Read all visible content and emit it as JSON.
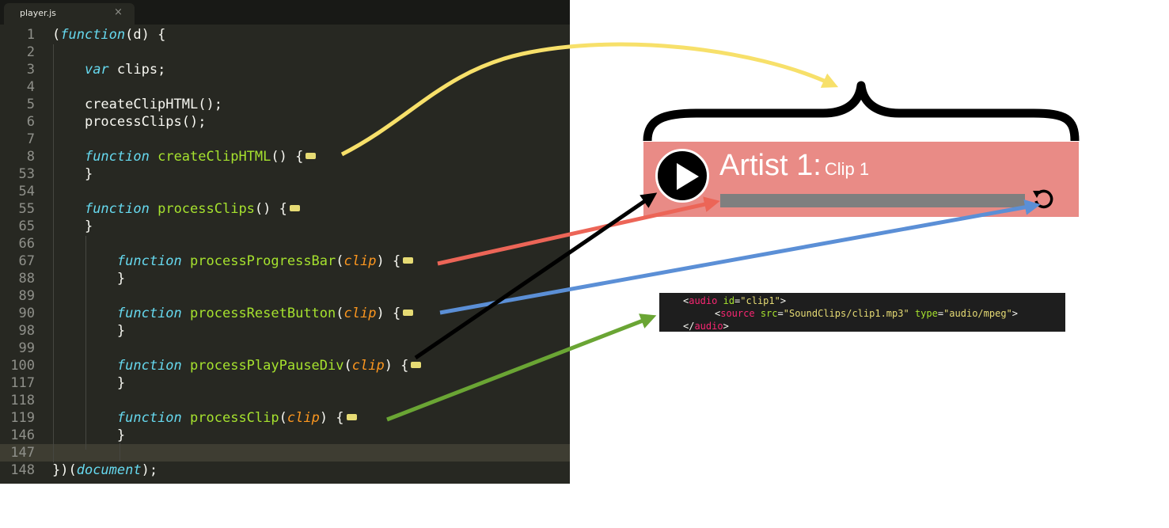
{
  "editor": {
    "tab": {
      "label": "player.js",
      "close_icon": "×"
    },
    "lines": [
      {
        "num": "1",
        "tokens": [
          {
            "t": "(",
            "c": ""
          },
          {
            "t": "function",
            "c": "k"
          },
          {
            "t": "(d) {",
            "c": ""
          }
        ]
      },
      {
        "num": "2",
        "tokens": []
      },
      {
        "num": "3",
        "tokens": [
          {
            "t": "    ",
            "c": ""
          },
          {
            "t": "var",
            "c": "k"
          },
          {
            "t": " clips;",
            "c": ""
          }
        ]
      },
      {
        "num": "4",
        "tokens": []
      },
      {
        "num": "5",
        "tokens": [
          {
            "t": "    createClipHTML();",
            "c": ""
          }
        ]
      },
      {
        "num": "6",
        "tokens": [
          {
            "t": "    processClips();",
            "c": ""
          }
        ]
      },
      {
        "num": "7",
        "tokens": []
      },
      {
        "num": "8",
        "fold": true,
        "tokens": [
          {
            "t": "    ",
            "c": ""
          },
          {
            "t": "function",
            "c": "k"
          },
          {
            "t": " ",
            "c": ""
          },
          {
            "t": "createClipHTML",
            "c": "fn"
          },
          {
            "t": "() {",
            "c": ""
          }
        ]
      },
      {
        "num": "53",
        "tokens": [
          {
            "t": "    }",
            "c": ""
          }
        ]
      },
      {
        "num": "54",
        "tokens": []
      },
      {
        "num": "55",
        "fold": true,
        "tokens": [
          {
            "t": "    ",
            "c": ""
          },
          {
            "t": "function",
            "c": "k"
          },
          {
            "t": " ",
            "c": ""
          },
          {
            "t": "processClips",
            "c": "fn"
          },
          {
            "t": "() {",
            "c": ""
          }
        ]
      },
      {
        "num": "65",
        "tokens": [
          {
            "t": "    }",
            "c": ""
          }
        ]
      },
      {
        "num": "66",
        "tokens": []
      },
      {
        "num": "67",
        "fold": true,
        "tokens": [
          {
            "t": "        ",
            "c": ""
          },
          {
            "t": "function",
            "c": "k"
          },
          {
            "t": " ",
            "c": ""
          },
          {
            "t": "processProgressBar",
            "c": "fn"
          },
          {
            "t": "(",
            "c": ""
          },
          {
            "t": "clip",
            "c": "p"
          },
          {
            "t": ") {",
            "c": ""
          }
        ]
      },
      {
        "num": "88",
        "tokens": [
          {
            "t": "        }",
            "c": ""
          }
        ]
      },
      {
        "num": "89",
        "tokens": []
      },
      {
        "num": "90",
        "fold": true,
        "tokens": [
          {
            "t": "        ",
            "c": ""
          },
          {
            "t": "function",
            "c": "k"
          },
          {
            "t": " ",
            "c": ""
          },
          {
            "t": "processResetButton",
            "c": "fn"
          },
          {
            "t": "(",
            "c": ""
          },
          {
            "t": "clip",
            "c": "p"
          },
          {
            "t": ") {",
            "c": ""
          }
        ]
      },
      {
        "num": "98",
        "tokens": [
          {
            "t": "        }",
            "c": ""
          }
        ]
      },
      {
        "num": "99",
        "tokens": []
      },
      {
        "num": "100",
        "fold": true,
        "tokens": [
          {
            "t": "        ",
            "c": ""
          },
          {
            "t": "function",
            "c": "k"
          },
          {
            "t": " ",
            "c": ""
          },
          {
            "t": "processPlayPauseDiv",
            "c": "fn"
          },
          {
            "t": "(",
            "c": ""
          },
          {
            "t": "clip",
            "c": "p"
          },
          {
            "t": ") {",
            "c": ""
          }
        ]
      },
      {
        "num": "117",
        "tokens": [
          {
            "t": "        }",
            "c": ""
          }
        ]
      },
      {
        "num": "118",
        "tokens": []
      },
      {
        "num": "119",
        "fold": true,
        "tokens": [
          {
            "t": "        ",
            "c": ""
          },
          {
            "t": "function",
            "c": "k"
          },
          {
            "t": " ",
            "c": ""
          },
          {
            "t": "processClip",
            "c": "fn"
          },
          {
            "t": "(",
            "c": ""
          },
          {
            "t": "clip",
            "c": "p"
          },
          {
            "t": ") {",
            "c": ""
          }
        ]
      },
      {
        "num": "146",
        "tokens": [
          {
            "t": "        }",
            "c": ""
          }
        ]
      },
      {
        "num": "147",
        "current": true,
        "tokens": []
      },
      {
        "num": "148",
        "tokens": [
          {
            "t": "})(",
            "c": ""
          },
          {
            "t": "document",
            "c": "k"
          },
          {
            "t": ");",
            "c": ""
          }
        ]
      }
    ],
    "colors": {
      "background": "#272822",
      "keyword": "#66d9ef",
      "function_name": "#a6e22e",
      "parameter": "#fd971f",
      "fold_marker": "#e6db74"
    }
  },
  "player": {
    "artist": "Artist 1:",
    "clip": "Clip 1",
    "play_icon": "play-icon",
    "reset_icon": "reset-icon",
    "background_color": "#e98b86",
    "progress_color": "#7f7f7f"
  },
  "html_snippet": {
    "lines": [
      {
        "tokens": [
          {
            "t": "<",
            "c": ""
          },
          {
            "t": "audio",
            "c": "tg"
          },
          {
            "t": " ",
            "c": ""
          },
          {
            "t": "id",
            "c": "at"
          },
          {
            "t": "=",
            "c": ""
          },
          {
            "t": "\"clip1\"",
            "c": "st"
          },
          {
            "t": ">",
            "c": ""
          }
        ]
      },
      {
        "tokens": [
          {
            "t": "    <",
            "c": ""
          },
          {
            "t": "source",
            "c": "tg"
          },
          {
            "t": " ",
            "c": ""
          },
          {
            "t": "src",
            "c": "at"
          },
          {
            "t": "=",
            "c": ""
          },
          {
            "t": "\"SoundClips/clip1.mp3\"",
            "c": "st"
          },
          {
            "t": " ",
            "c": ""
          },
          {
            "t": "type",
            "c": "at"
          },
          {
            "t": "=",
            "c": ""
          },
          {
            "t": "\"audio/mpeg\"",
            "c": "st"
          },
          {
            "t": ">",
            "c": ""
          }
        ]
      },
      {
        "tokens": [
          {
            "t": "</",
            "c": ""
          },
          {
            "t": "audio",
            "c": "tg"
          },
          {
            "t": ">",
            "c": ""
          }
        ]
      }
    ]
  },
  "annotations": {
    "arrows": [
      {
        "name": "arrow-createcliphtml-to-brace",
        "color": "#f7e06a"
      },
      {
        "name": "arrow-progressbar",
        "color": "#ec6557"
      },
      {
        "name": "arrow-resetbutton",
        "color": "#5b8fd6"
      },
      {
        "name": "arrow-playpausediv",
        "color": "#000000"
      },
      {
        "name": "arrow-processclip",
        "color": "#6aa534"
      }
    ],
    "brace_color": "#000000"
  }
}
